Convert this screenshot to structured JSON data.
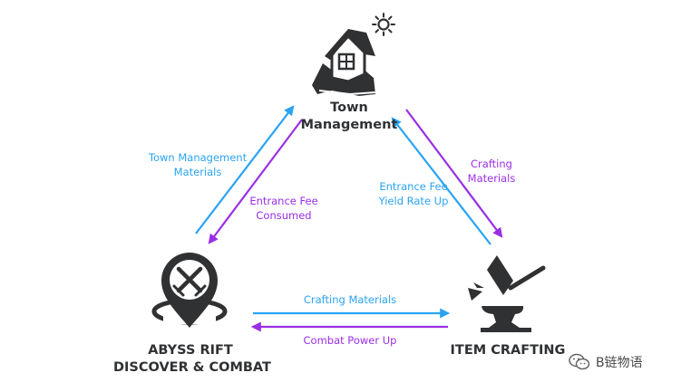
{
  "colors": {
    "blue": "#2aa3f2",
    "purple": "#9a2ee6",
    "icon": "#2f3133"
  },
  "nodes": {
    "town": {
      "line1": "Town",
      "line2": "Management",
      "icon": "house-icon"
    },
    "abyss": {
      "line1": "ABYSS RIFT",
      "line2": "DISCOVER & COMBAT",
      "icon": "crossed-swords-map-pin-icon"
    },
    "crafting": {
      "label": "ITEM CRAFTING",
      "icon": "anvil-hammer-icon"
    }
  },
  "edges": {
    "abyss_to_town": {
      "line1": "Town Management",
      "line2": "Materials"
    },
    "town_to_abyss": {
      "line1": "Entrance Fee",
      "line2": "Consumed"
    },
    "crafting_to_town": {
      "line1": "Entrance Fee",
      "line2": "Yield Rate Up"
    },
    "town_to_crafting": {
      "line1": "Crafting",
      "line2": "Materials"
    },
    "abyss_to_crafting": {
      "label": "Crafting Materials"
    },
    "crafting_to_abyss": {
      "label": "Combat Power Up"
    }
  },
  "watermark": {
    "text": "B链物语",
    "icon": "wechat-icon"
  }
}
